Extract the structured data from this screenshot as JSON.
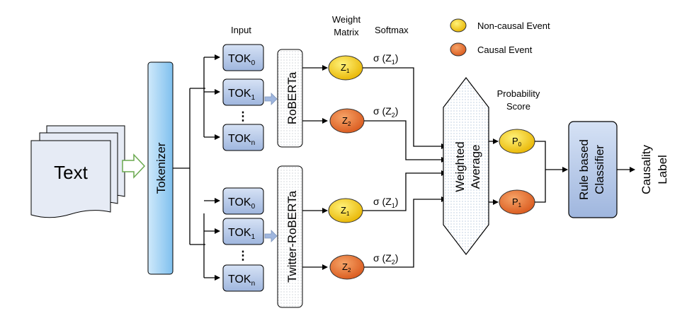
{
  "header": {
    "input": "Input",
    "weight_line1": "Weight",
    "weight_line2": "Matrix",
    "softmax": "Softmax",
    "prob_line1": "Probability",
    "prob_line2": "Score"
  },
  "legend": {
    "noncausal": "Non-causal Event",
    "causal": "Causal Event",
    "noncausal_color": "#f2c200",
    "causal_color": "#e8702a"
  },
  "text_box": {
    "label": "Text"
  },
  "tokenizer": {
    "label": "Tokenizer"
  },
  "tokens": {
    "tok": "TOK",
    "sub0": "0",
    "sub1": "1",
    "subn": "n",
    "dots": "⋮"
  },
  "models": {
    "top": "RoBERTa",
    "bottom": "Twitter-RoBERTa"
  },
  "z": {
    "letter": "Z",
    "sub1": "1",
    "sub2": "2",
    "sigma_prefix": "σ (Z",
    "sigma_suffix": ")"
  },
  "average": {
    "line1": "Weighted",
    "line2": "Average"
  },
  "prob": {
    "letter": "P",
    "sub0": "0",
    "sub1": "1"
  },
  "classifier": {
    "line1": "Rule based",
    "line2": "Classifier"
  },
  "output": {
    "line1": "Causality",
    "line2": "Label"
  },
  "colors": {
    "token_fill": "#b9cbe8",
    "tokenizer_fill": "#a9d5f3",
    "line": "#000000"
  }
}
